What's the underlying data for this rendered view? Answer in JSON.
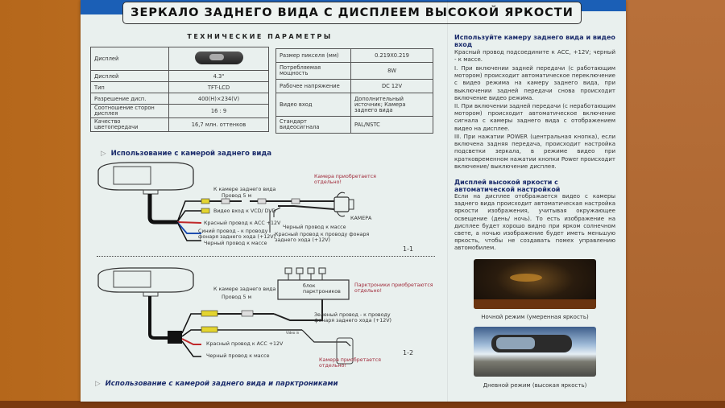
{
  "title": "ЗЕРКАЛО ЗАДНЕГО ВИДА С ДИСПЛЕЕМ ВЫСОКОЙ ЯРКОСТИ",
  "specs_title": "ТЕХНИЧЕСКИЕ ПАРАМЕТРЫ",
  "specs_left": [
    {
      "k": "Дисплей",
      "v": "mirror-image"
    },
    {
      "k": "Дисплей",
      "v": "4.3\""
    },
    {
      "k": "Тип",
      "v": "TFT-LCD"
    },
    {
      "k": "Разрешение дисп.",
      "v": "400(H)×234(V)"
    },
    {
      "k": "Соотношение сторон дисплея",
      "v": "16 : 9"
    },
    {
      "k": "Качество цветопередачи",
      "v": "16,7 млн. оттенков"
    }
  ],
  "specs_right": [
    {
      "k": "Размер пикселя (мм)",
      "v": "0.219X0.219"
    },
    {
      "k": "Потребляемая мощность",
      "v": "8W"
    },
    {
      "k": "Рабочее напряжение",
      "v": "DC 12V"
    },
    {
      "k": "Видео вход",
      "v": "Дополнительный источник; Камера заднего вида"
    },
    {
      "k": "Стандарт видеосигнала",
      "v": "PAL/NSTC"
    }
  ],
  "diagram1": {
    "heading": "Использование с камерой заднего вида",
    "to_camera": "К камере заднего вида",
    "wire_len": "Провод 5 м",
    "video_in": "Видео вход к VCD/ DVD",
    "red_wire": "Красный провод к АСС +12V",
    "blue_wire_1": "Синий провод - к проводу",
    "blue_wire_2": "фонаря заднего хода (+12V)",
    "black_wire": "Черный провод к массе",
    "camera_note_1": "Камера приобретается",
    "camera_note_2": "отдельно!",
    "camera_label": "КАМЕРА",
    "cam_black": "Черный провод к массе",
    "cam_red_1": "Красный провод к проводу фонаря",
    "cam_red_2": "заднего хода (+12V)",
    "fig": "1-1"
  },
  "diagram2": {
    "to_camera": "К камере заднего вида",
    "wire_len": "Провод 5 м",
    "parking_block_1": "блок",
    "parking_block_2": "парктроников",
    "parking_note_1": "Парктроники приобретаются",
    "parking_note_2": "отдельно!",
    "green_wire_1": "Зеленый провод - к проводу",
    "green_wire_2": "фонаря заднего хода (+12V)",
    "video_in_small": "Video in",
    "red_wire": "Красный провод к АСС +12V",
    "black_wire": "Черный провод к массе",
    "camera_note_1": "Камера приобретается",
    "camera_note_2": "отдельно!",
    "fig": "1-2",
    "heading": "Использование с камерой заднего вида и парктрониками"
  },
  "right": {
    "h1": "Используйте камеру заднего вида и видео вход",
    "p1": "Красный провод подсоедините к АСС, +12V; черный - к массе.",
    "p2": "I. При включении задней передачи (с работающим мотором) происходит автоматическое переключение с видео режима на камеру заднего вида, при выключении задней передачи снова происходит включение видео режима.",
    "p3": "II. При включении задней передачи (с неработающим мотором) происходит автоматическое включение сигнала с камеры заднего вида с отображением видео на дисплее.",
    "p4": "III. При нажатии POWER (центральная кнопка), если включена задняя передача, происходит настройка подсветки зеркала, в режиме видео при кратковременном нажатии кнопки Power происходит включение/ выключение дисплея.",
    "h2": "Дисплей высокой яркости с автоматической настройкой",
    "p5": "Если на дисплее отображается видео с камеры заднего вида происходит автоматическая настройка яркости изображения, учитывая окружающее освещение (день/ ночь). То есть изображение на дисплее будет хорошо видно при ярком солнечном свете, а ночью изображение будет иметь меньшую яркость, чтобы не создавать помех управлению автомобилем.",
    "cap_night": "Ночной режим (умеренная яркость)",
    "cap_day": "Дневной режим (высокая яркость)"
  }
}
